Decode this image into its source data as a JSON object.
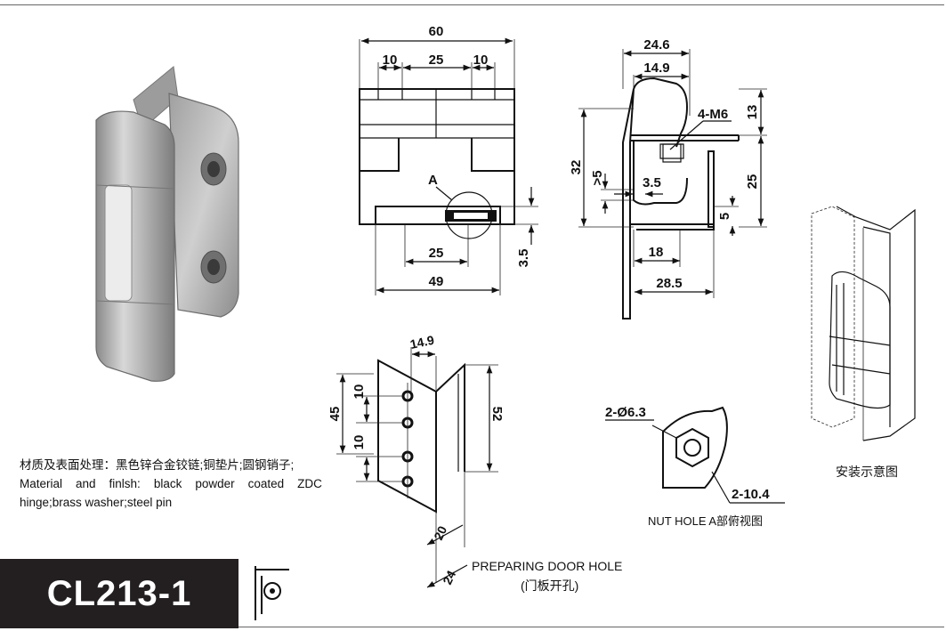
{
  "product": {
    "model": "CL213-1"
  },
  "material": {
    "line_cn": "材质及表面处理：黑色锌合金铰链;铜垫片;圆钢销子;",
    "line_en_1": "Material and finlsh: black powder coated ZDC",
    "line_en_2": "hinge;brass washer;steel pin"
  },
  "front_view": {
    "dims": {
      "overall_width": "60",
      "left_segment": "10",
      "middle_segment": "25",
      "right_segment": "10",
      "detail_callout": "A",
      "bottom_inner": "25",
      "bottom_overall": "49",
      "base_height": "3.5"
    }
  },
  "side_view": {
    "dims": {
      "top_width": "24.6",
      "top_inner": "14.9",
      "thread": "4-M6",
      "top_height": "13",
      "overall_height": "32",
      "min_gap": ">5",
      "offset": "3.5",
      "right_height": "25",
      "right_small": "5",
      "base_inner": "18",
      "base_overall": "28.5"
    }
  },
  "door_hole_view": {
    "dims": {
      "flange": "14.9",
      "overall_height": "45",
      "hole_pitch_top": "10",
      "hole_pitch_bottom": "10",
      "flange_height": "52",
      "distance_1": "20",
      "distance_2": "24"
    },
    "caption_en": "PREPARING DOOR HOLE",
    "caption_cn": "(门板开孔)"
  },
  "nut_hole_view": {
    "dims": {
      "hole_dia": "2-Ø6.3",
      "nut_width": "2-10.4"
    },
    "caption": "NUT HOLE A部俯视图"
  },
  "install_view": {
    "caption": "安装示意图"
  },
  "colors": {
    "label_bg": "#231f20",
    "label_text": "#ffffff",
    "line": "#111111"
  }
}
